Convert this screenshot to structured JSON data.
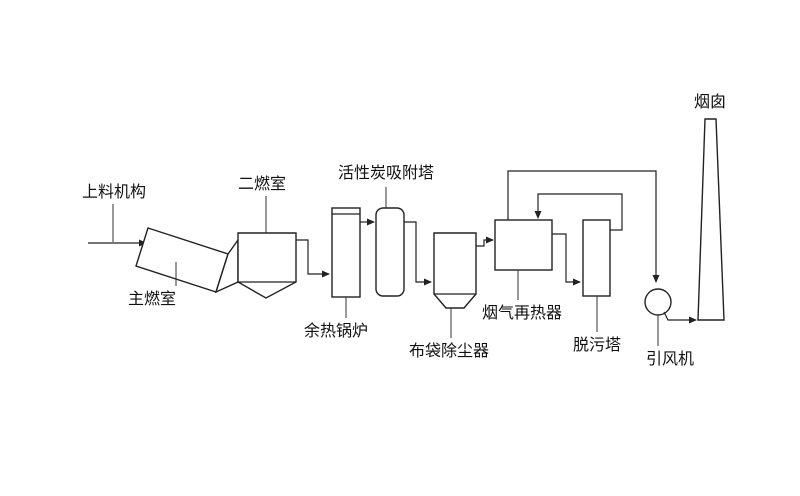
{
  "labels": {
    "feeder": "上料机构",
    "primary_chamber": "主燃室",
    "secondary_chamber": "二燃室",
    "waste_heat_boiler": "余热锅炉",
    "activated_carbon_tower": "活性炭吸附塔",
    "bag_filter": "布袋除尘器",
    "flue_gas_reheater": "烟气再热器",
    "desulfurization_tower": "脱污塔",
    "induced_draft_fan": "引风机",
    "chimney": "烟囱"
  },
  "colors": {
    "line": "#222222",
    "background": "#ffffff",
    "text": "#111111"
  }
}
